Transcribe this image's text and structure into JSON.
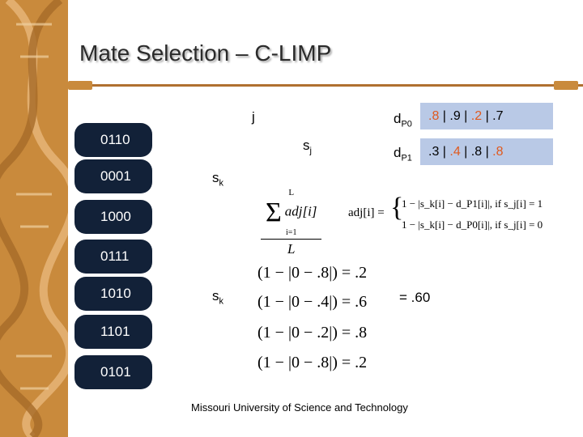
{
  "slide": {
    "title": "Mate Selection – C-LIMP",
    "footer": "Missouri University of Science and Technology",
    "theme": {
      "accent": "#c98a3c",
      "pill_color": "#122138",
      "box_color": "#b9c9e6",
      "highlight": "#e05a1f"
    }
  },
  "bitstrings": [
    "0110",
    "0001",
    "1000",
    "0111",
    "1010",
    "1101",
    "0101"
  ],
  "labels": {
    "j": "j",
    "s": "s",
    "s_sub": "j",
    "sk1": "s",
    "sk1_sub": "k",
    "sk2": "s",
    "sk2_sub": "k",
    "dp0": "d",
    "dp0_sub": "P0",
    "dp1": "d",
    "dp1_sub": "P1"
  },
  "dp0_values": [
    ".8",
    ".9",
    ".2",
    ".7"
  ],
  "dp1_values": [
    ".3",
    ".4",
    ".8",
    ".8"
  ],
  "formula": {
    "sum_top": "L",
    "sum_bottom": "i=1",
    "sum_term": "adj[i]",
    "denominator": "L",
    "lhs": "adj[i] =",
    "case1": "1 − |s_k[i] − d_P1[i]|,   if s_j[i] = 1",
    "case2": "1 − |s_k[i] − d_P0[i]|,   if s_j[i] = 0"
  },
  "rows": [
    "(1 − |0 − .8|) = .2",
    "(1 − |0 − .4|) = .6",
    "(1 − |0 − .2|) = .8",
    "(1 − |0 − .8|) = .2"
  ],
  "result": "= .60"
}
